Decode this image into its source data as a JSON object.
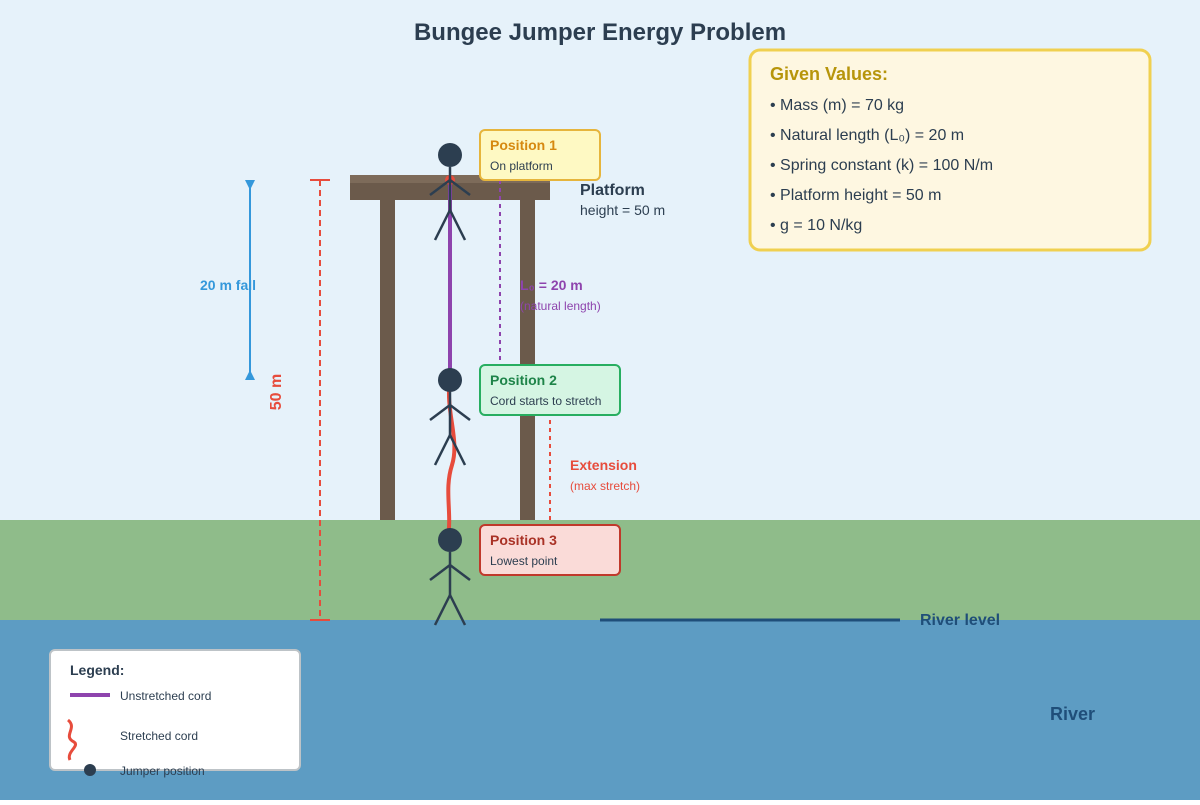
{
  "title": "Bungee Jumper Energy Problem",
  "given": {
    "heading": "Given Values:",
    "items": [
      "• Mass (m) = 70 kg",
      "• Natural length (L₀) = 20 m",
      "• Spring constant (k) = 100 N/m",
      "• Platform height = 50 m",
      "• g = 10 N/kg"
    ]
  },
  "platform": {
    "label": "Platform",
    "height_label": "height = 50 m"
  },
  "positions": [
    {
      "title": "Position 1",
      "desc": "On platform"
    },
    {
      "title": "Position 2",
      "desc": "Cord starts to stretch"
    },
    {
      "title": "Position 3",
      "desc": "Lowest point"
    }
  ],
  "annotations": {
    "fall": "20 m fall",
    "total_height": "50 m",
    "natural_length": "L₀ = 20 m",
    "natural_length_note": "(natural length)",
    "extension": "Extension",
    "extension_note": "(max stretch)",
    "river_level": "River level",
    "river": "River"
  },
  "legend": {
    "title": "Legend:",
    "unstretched": "Unstretched cord",
    "stretched": "Stretched cord",
    "jumper": "Jumper position"
  },
  "colors": {
    "sky": "#e6f2fa",
    "ground": "#8fbc8a",
    "water": "#5d9cc3",
    "wood": "#6b5a4b",
    "figure": "#2c3e50",
    "unstretched_cord": "#8e44ad",
    "stretched_cord": "#e74c3c",
    "fall_arrow": "#3498db",
    "given_title": "#b7950b",
    "pos1": "#d68910",
    "pos2": "#1e8449",
    "pos3": "#a93226"
  }
}
